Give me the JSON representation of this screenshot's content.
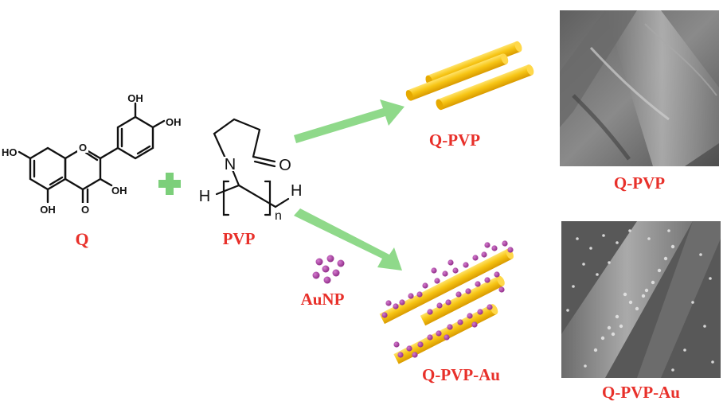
{
  "labels": {
    "quercetin": "Q",
    "pvp": "PVP",
    "aunp": "AuNP",
    "q_pvp_fiber": "Q-PVP",
    "q_pvp_au_fiber": "Q-PVP-Au",
    "q_pvp_sem": "Q-PVP",
    "q_pvp_au_sem": "Q-PVP-Au"
  },
  "chem": {
    "oh": "OH",
    "ho": "HO",
    "o": "O",
    "n": "N",
    "h": "H",
    "sub_n": "n"
  },
  "colors": {
    "label_red": "#e8302a",
    "arrow_green": "#8fd98a",
    "plus_green": "#7ccf7a",
    "fiber_gold": "#f5c21a",
    "particle_purple": "#a8419e",
    "sem_gray": "#777777"
  }
}
